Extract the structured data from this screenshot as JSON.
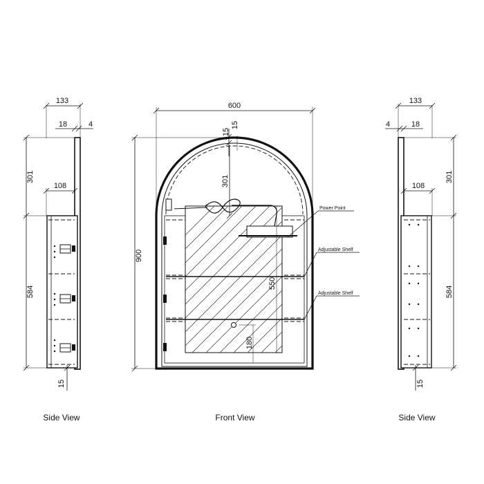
{
  "views": {
    "left_side": "Side View",
    "front": "Front View",
    "right_side": "Side View"
  },
  "dimensions": {
    "left": {
      "depth": "133",
      "panel": "18",
      "back": "4",
      "arch_height": "301",
      "shelf_depth": "108",
      "body_height": "584",
      "base": "15"
    },
    "front": {
      "width": "600",
      "arch_thickness": "15",
      "top_gap": "15",
      "arch_height": "301",
      "total_height": "900",
      "mirror_height": "550",
      "sensor_height": "180"
    },
    "right": {
      "depth": "133",
      "back": "4",
      "panel": "18",
      "arch_height": "301",
      "shelf_depth": "108",
      "body_height": "584",
      "base": "15"
    }
  },
  "callouts": {
    "power_point": "Power Point",
    "shelf_1": "Adjustable Shelf",
    "shelf_2": "Adjustable Shelf"
  }
}
